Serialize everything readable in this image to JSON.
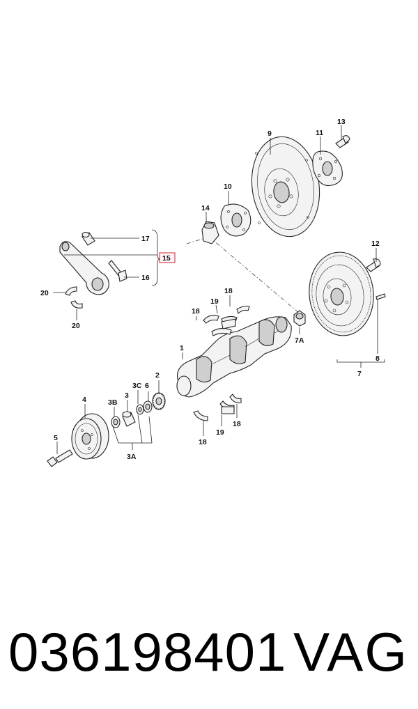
{
  "callouts": {
    "c1": "1",
    "c2": "2",
    "c3": "3",
    "c3a": "3A",
    "c3b": "3B",
    "c3c": "3C",
    "c4": "4",
    "c5": "5",
    "c6": "6",
    "c7": "7",
    "c7a": "7A",
    "c8": "8",
    "c9": "9",
    "c10": "10",
    "c11": "11",
    "c12": "12",
    "c13": "13",
    "c14": "14",
    "c15": "15",
    "c16": "16",
    "c17": "17",
    "c18a": "18",
    "c18b": "18",
    "c18c": "18",
    "c18d": "18",
    "c19a": "19",
    "c19b": "19",
    "c20a": "20",
    "c20b": "20"
  },
  "footer": {
    "part_number": "036198401",
    "brand": "VAG"
  },
  "colors": {
    "line": "#222222",
    "highlight_box": "#cc2233",
    "background": "#ffffff"
  }
}
